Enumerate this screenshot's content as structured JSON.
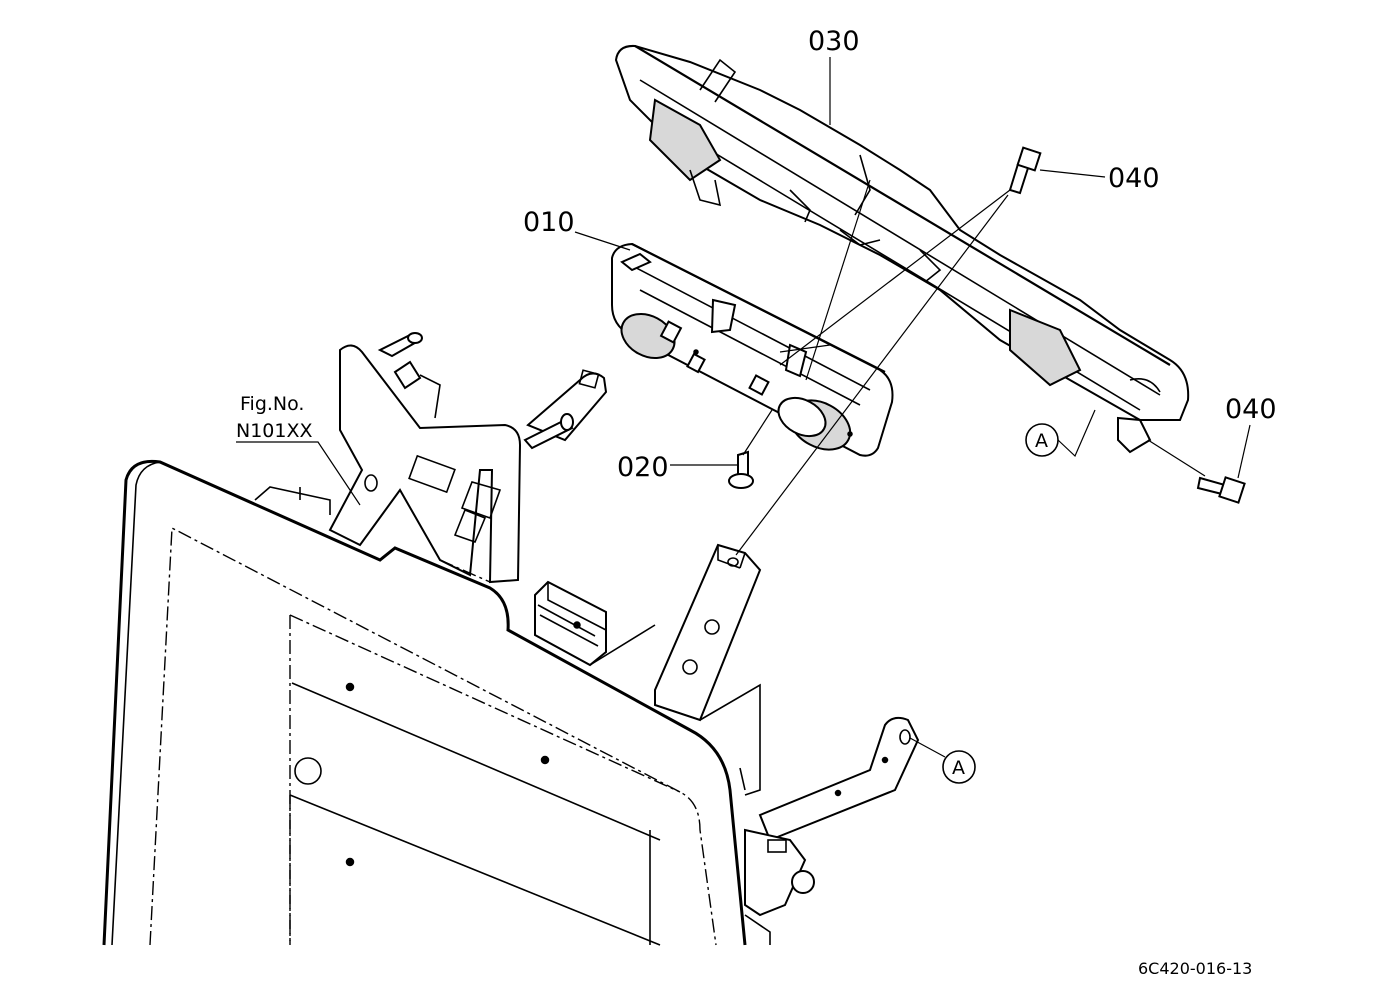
{
  "parts": [
    {
      "id": "010",
      "label": "010"
    },
    {
      "id": "020",
      "label": "020"
    },
    {
      "id": "030",
      "label": "030"
    },
    {
      "id": "040a",
      "label": "040"
    },
    {
      "id": "040b",
      "label": "040"
    }
  ],
  "callouts": {
    "a_upper": "A",
    "a_lower": "A"
  },
  "fig_ref": {
    "line1": "Fig.No.",
    "line2": "N101XX"
  },
  "drawing_number": "6C420-016-13"
}
